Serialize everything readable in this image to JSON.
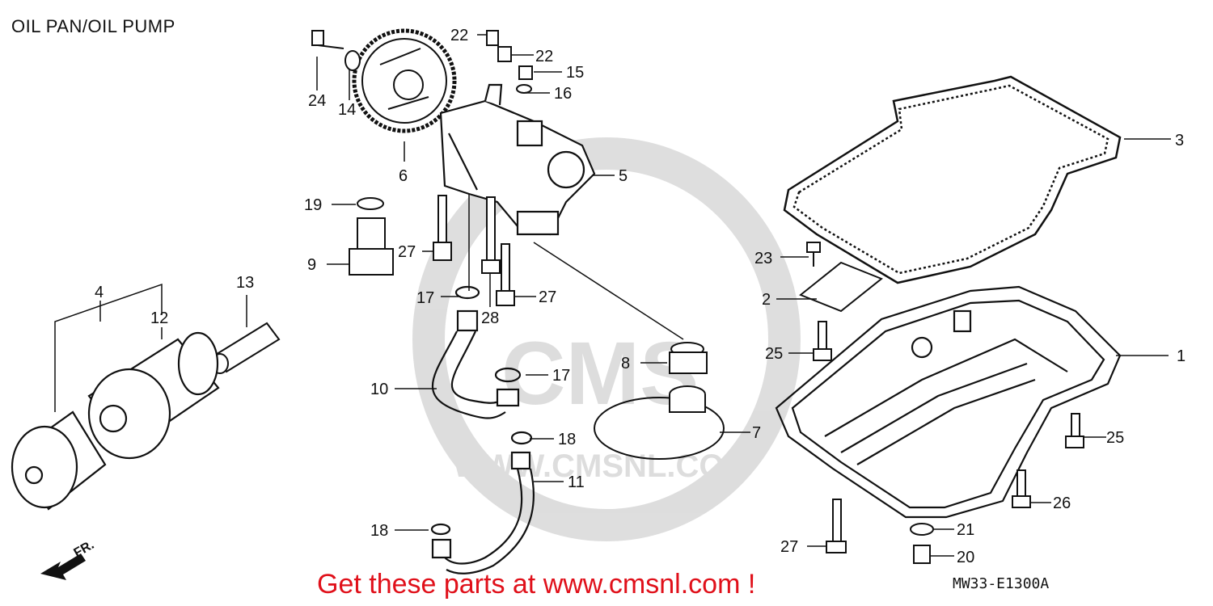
{
  "title": "OIL PAN/OIL PUMP",
  "promo": "Get these parts at www.cmsnl.com !",
  "diagram_code": "MW33-E1300A",
  "front_label": "FR.",
  "watermark": {
    "brand": "CMS",
    "url": "WWW.CMSNL.COM"
  },
  "callouts": [
    {
      "id": "c1",
      "text": "1"
    },
    {
      "id": "c2",
      "text": "2"
    },
    {
      "id": "c3",
      "text": "3"
    },
    {
      "id": "c4",
      "text": "4"
    },
    {
      "id": "c5",
      "text": "5"
    },
    {
      "id": "c6",
      "text": "6"
    },
    {
      "id": "c7",
      "text": "7"
    },
    {
      "id": "c8",
      "text": "8"
    },
    {
      "id": "c9",
      "text": "9"
    },
    {
      "id": "c10",
      "text": "10"
    },
    {
      "id": "c11",
      "text": "11"
    },
    {
      "id": "c12",
      "text": "12"
    },
    {
      "id": "c13",
      "text": "13"
    },
    {
      "id": "c14",
      "text": "14"
    },
    {
      "id": "c15",
      "text": "15"
    },
    {
      "id": "c16",
      "text": "16"
    },
    {
      "id": "c17a",
      "text": "17"
    },
    {
      "id": "c17b",
      "text": "17"
    },
    {
      "id": "c18a",
      "text": "18"
    },
    {
      "id": "c18b",
      "text": "18"
    },
    {
      "id": "c19",
      "text": "19"
    },
    {
      "id": "c20",
      "text": "20"
    },
    {
      "id": "c21",
      "text": "21"
    },
    {
      "id": "c22a",
      "text": "22"
    },
    {
      "id": "c22b",
      "text": "22"
    },
    {
      "id": "c23",
      "text": "23"
    },
    {
      "id": "c24",
      "text": "24"
    },
    {
      "id": "c25a",
      "text": "25"
    },
    {
      "id": "c25b",
      "text": "25"
    },
    {
      "id": "c26",
      "text": "26"
    },
    {
      "id": "c27a",
      "text": "27"
    },
    {
      "id": "c27b",
      "text": "27"
    },
    {
      "id": "c27c",
      "text": "27"
    },
    {
      "id": "c28",
      "text": "28"
    }
  ]
}
